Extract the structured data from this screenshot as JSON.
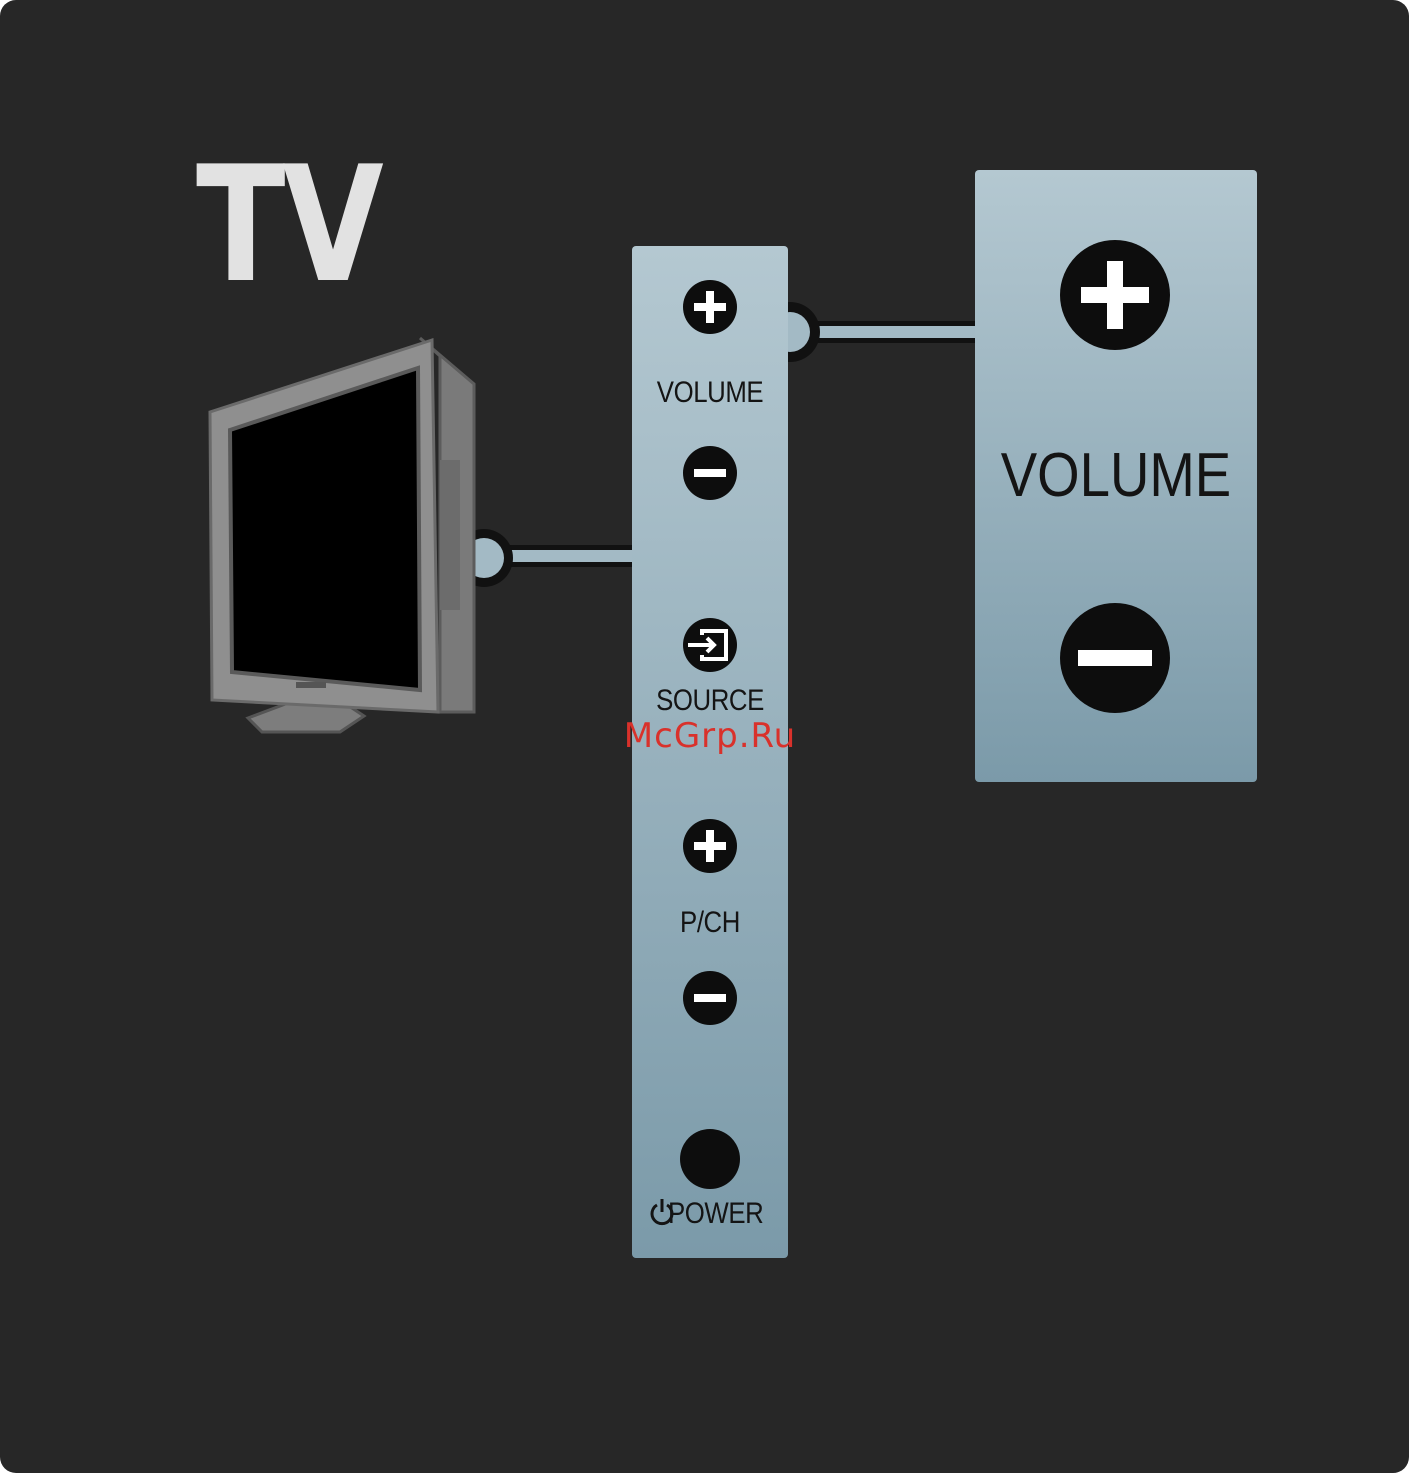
{
  "title": "TV",
  "strip": {
    "volume_label": "VOLUME",
    "source_label": "SOURCE",
    "pch_label": "P/CH",
    "power_label": "POWER"
  },
  "zoom_panel": {
    "volume_label": "VOLUME"
  },
  "watermark": "McGrp.Ru",
  "icons": {
    "plus": "plus-icon",
    "minus": "minus-icon",
    "source": "source-icon",
    "power": "power-icon",
    "tv": "tv-icon"
  },
  "colors": {
    "background": "#272727",
    "panel_top": "#b2c7d0",
    "panel_bottom": "#7b9aa9",
    "button": "#0d0d0d",
    "tv_frame": "#8f8f8f",
    "watermark": "#d9312b"
  }
}
